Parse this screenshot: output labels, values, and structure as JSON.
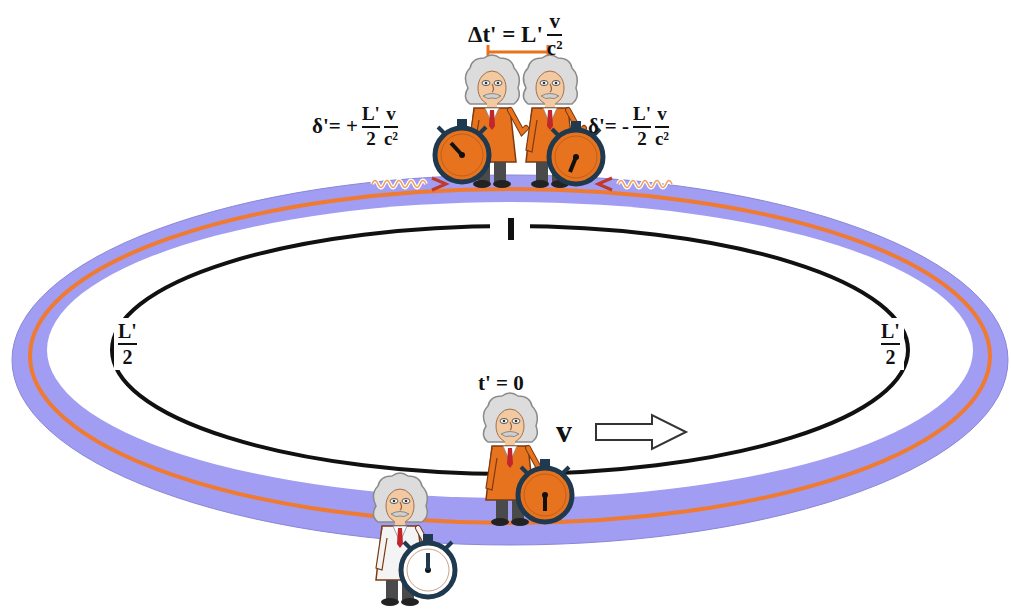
{
  "diagram": {
    "labels": [
      "Δt' = L'",
      "v",
      "c²",
      "δ'= +",
      "L'",
      "2",
      "v",
      "c²",
      "δ'= -",
      "L'",
      "2",
      "v",
      "c²",
      "L'",
      "2",
      "L'",
      "2",
      "t' = 0",
      "v"
    ]
  }
}
